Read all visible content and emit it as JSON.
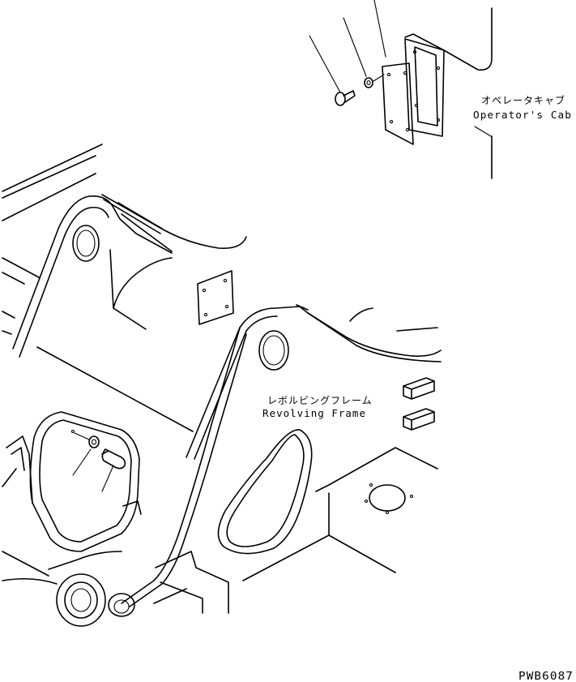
{
  "labels": {
    "operator_cab_jp": "オペレータキャブ",
    "operator_cab_en": "Operator's Cab",
    "revolving_frame_jp": "レボルビングフレーム",
    "revolving_frame_en": "Revolving Frame"
  },
  "drawing_code": "PWB6087",
  "line_color": "#000000",
  "background_color": "#ffffff"
}
